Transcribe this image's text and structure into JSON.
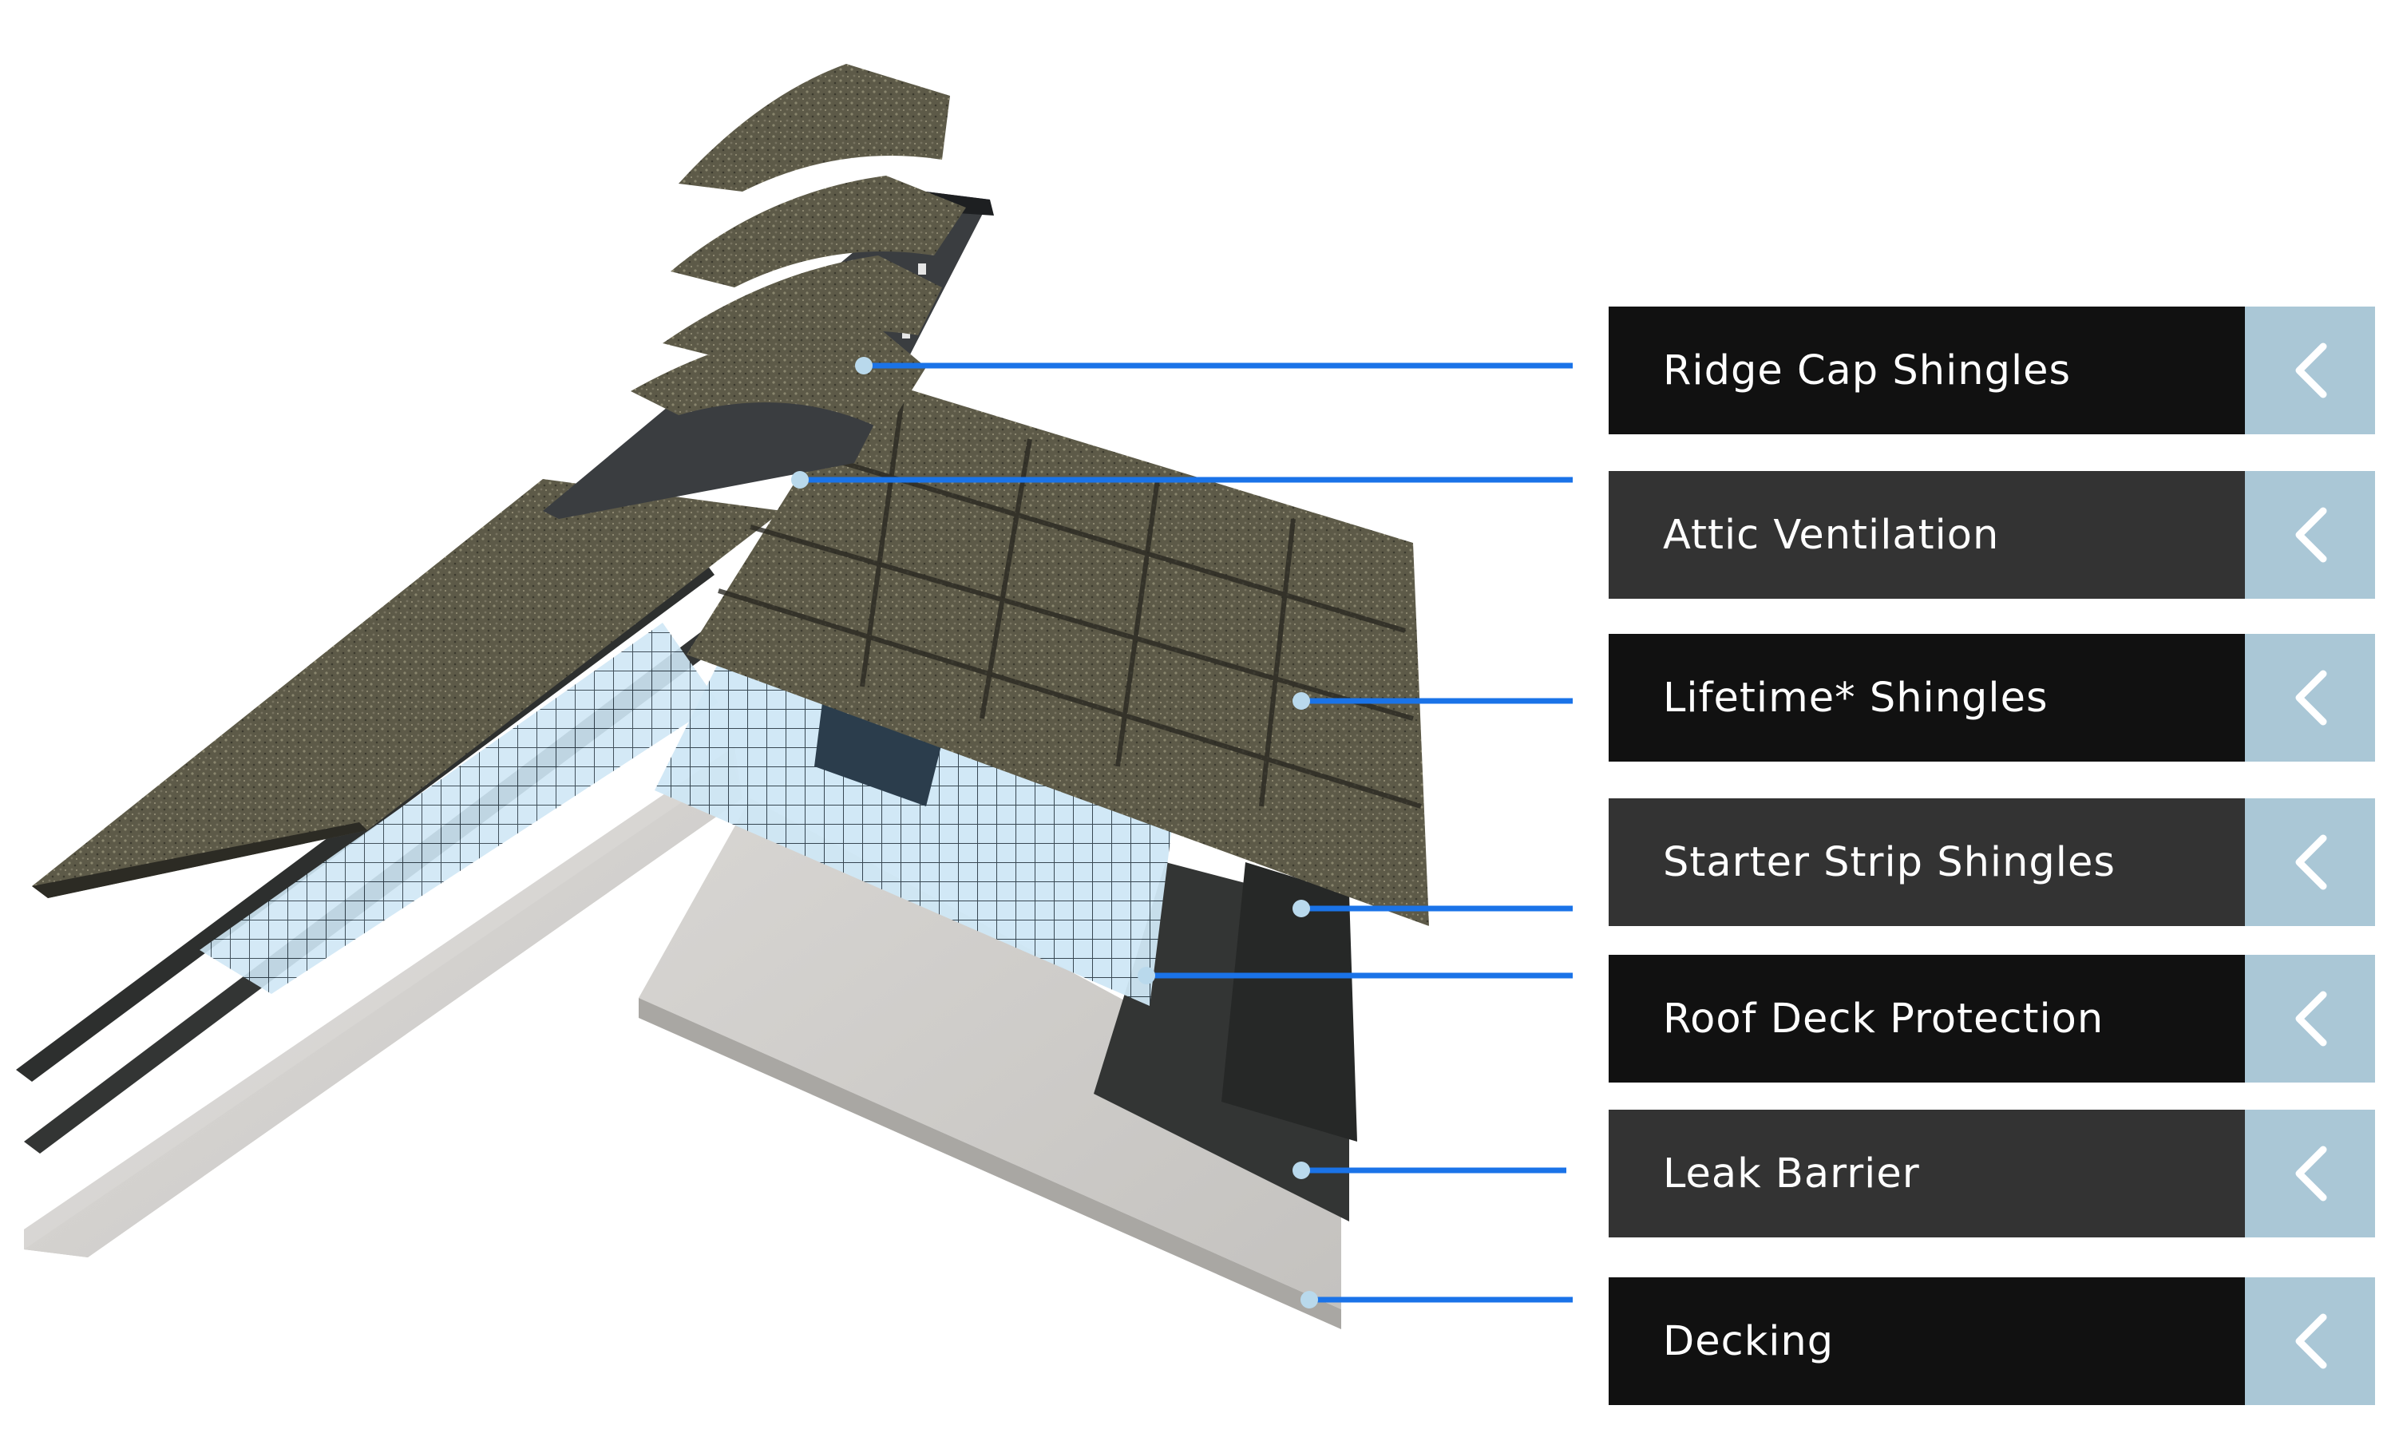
{
  "diagram": {
    "subject": "roof system exploded view",
    "accent_color": "#1a73e8",
    "dot_color": "#b9d9ec",
    "tab_color": "#aac7d6",
    "layers": [
      {
        "label": "Ridge Cap Shingles",
        "icon": "chevron-left-icon",
        "style": "dark"
      },
      {
        "label": "Attic Ventilation",
        "icon": "chevron-left-icon",
        "style": "gray"
      },
      {
        "label": "Lifetime* Shingles",
        "icon": "chevron-left-icon",
        "style": "dark"
      },
      {
        "label": "Starter Strip Shingles",
        "icon": "chevron-left-icon",
        "style": "gray"
      },
      {
        "label": "Roof Deck Protection",
        "icon": "chevron-left-icon",
        "style": "dark"
      },
      {
        "label": "Leak Barrier",
        "icon": "chevron-left-icon",
        "style": "gray"
      },
      {
        "label": "Decking",
        "icon": "chevron-left-icon",
        "style": "dark"
      }
    ]
  }
}
